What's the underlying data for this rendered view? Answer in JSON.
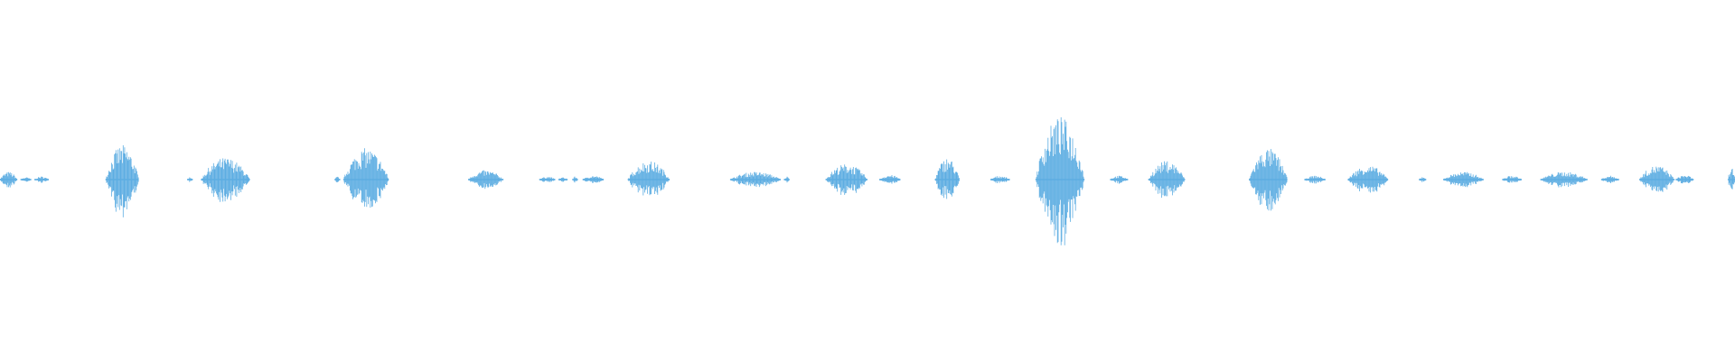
{
  "waveform": {
    "color": "#5dade2",
    "background": "#ffffff",
    "duration_fraction_range": [
      0,
      1
    ],
    "amplitude_range": [
      -1,
      1
    ],
    "segments": [
      {
        "start": 0.0,
        "end": 0.01,
        "amp": 0.05
      },
      {
        "start": 0.012,
        "end": 0.018,
        "amp": 0.015
      },
      {
        "start": 0.02,
        "end": 0.028,
        "amp": 0.02
      },
      {
        "start": 0.061,
        "end": 0.08,
        "amp": 0.22
      },
      {
        "start": 0.108,
        "end": 0.111,
        "amp": 0.02
      },
      {
        "start": 0.116,
        "end": 0.144,
        "amp": 0.14
      },
      {
        "start": 0.193,
        "end": 0.196,
        "amp": 0.02
      },
      {
        "start": 0.198,
        "end": 0.224,
        "amp": 0.2
      },
      {
        "start": 0.27,
        "end": 0.29,
        "amp": 0.06
      },
      {
        "start": 0.311,
        "end": 0.32,
        "amp": 0.02
      },
      {
        "start": 0.322,
        "end": 0.327,
        "amp": 0.015
      },
      {
        "start": 0.33,
        "end": 0.333,
        "amp": 0.02
      },
      {
        "start": 0.336,
        "end": 0.348,
        "amp": 0.025
      },
      {
        "start": 0.362,
        "end": 0.386,
        "amp": 0.12
      },
      {
        "start": 0.421,
        "end": 0.45,
        "amp": 0.05
      },
      {
        "start": 0.452,
        "end": 0.455,
        "amp": 0.02
      },
      {
        "start": 0.476,
        "end": 0.5,
        "amp": 0.1
      },
      {
        "start": 0.507,
        "end": 0.519,
        "amp": 0.03
      },
      {
        "start": 0.539,
        "end": 0.553,
        "amp": 0.14
      },
      {
        "start": 0.571,
        "end": 0.582,
        "amp": 0.025
      },
      {
        "start": 0.597,
        "end": 0.625,
        "amp": 0.4
      },
      {
        "start": 0.64,
        "end": 0.65,
        "amp": 0.025
      },
      {
        "start": 0.662,
        "end": 0.683,
        "amp": 0.12
      },
      {
        "start": 0.72,
        "end": 0.742,
        "amp": 0.2
      },
      {
        "start": 0.752,
        "end": 0.764,
        "amp": 0.025
      },
      {
        "start": 0.777,
        "end": 0.8,
        "amp": 0.09
      },
      {
        "start": 0.818,
        "end": 0.822,
        "amp": 0.02
      },
      {
        "start": 0.832,
        "end": 0.855,
        "amp": 0.05
      },
      {
        "start": 0.866,
        "end": 0.877,
        "amp": 0.025
      },
      {
        "start": 0.888,
        "end": 0.915,
        "amp": 0.05
      },
      {
        "start": 0.923,
        "end": 0.933,
        "amp": 0.025
      },
      {
        "start": 0.945,
        "end": 0.965,
        "amp": 0.09
      },
      {
        "start": 0.966,
        "end": 0.976,
        "amp": 0.03
      },
      {
        "start": 0.996,
        "end": 1.0,
        "amp": 0.08
      }
    ]
  }
}
